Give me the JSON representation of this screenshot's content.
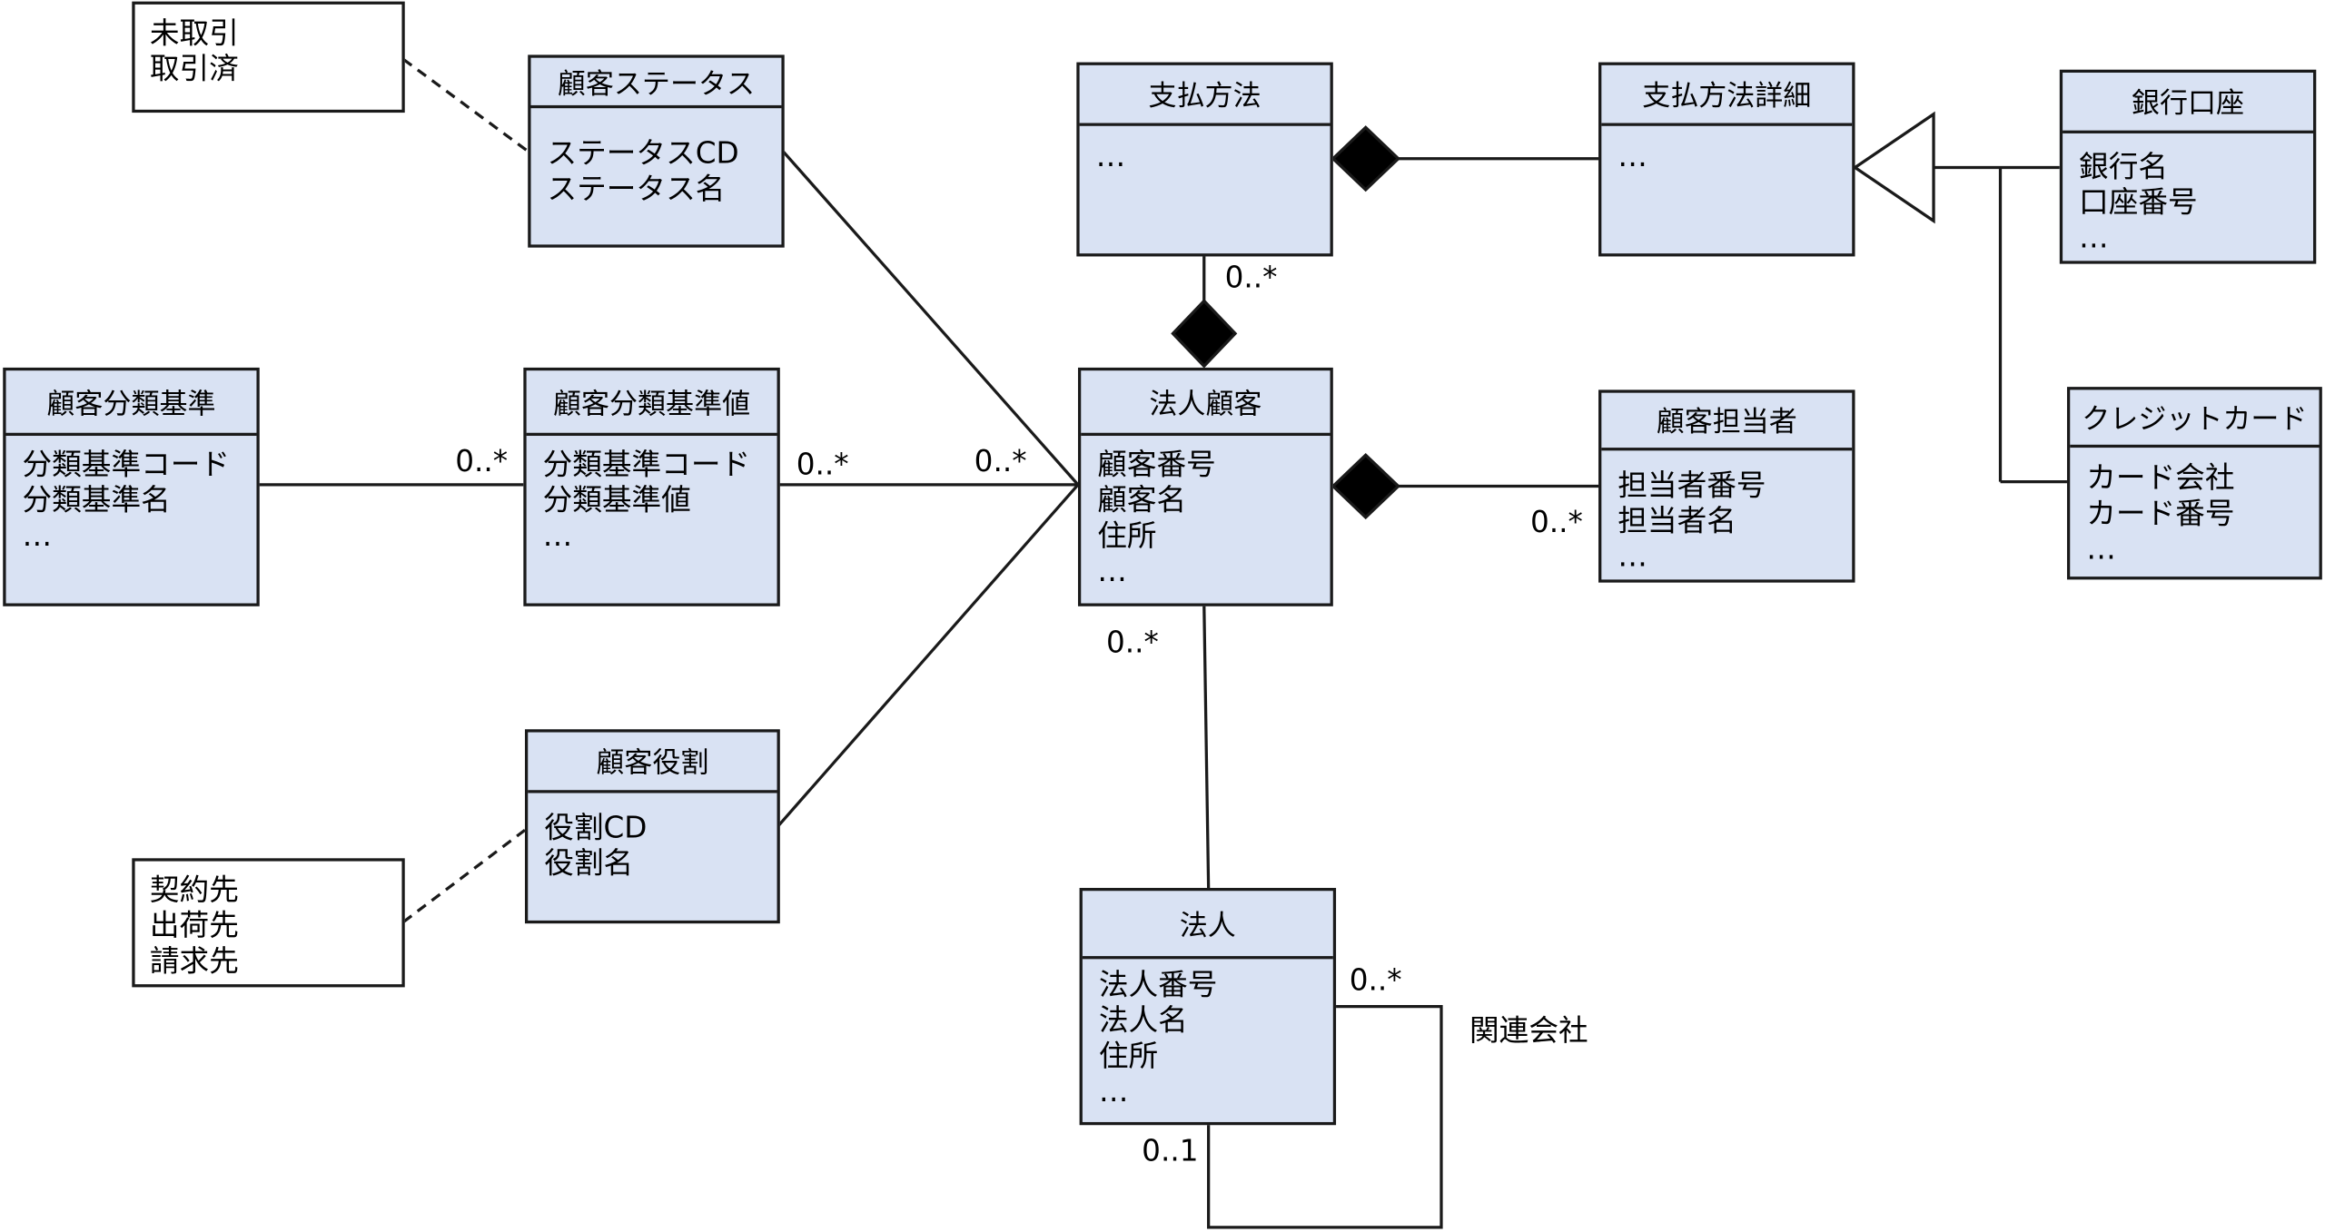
{
  "classes": {
    "customer_status": {
      "name": "顧客ステータス",
      "attrs": [
        "ステータスCD",
        "ステータス名"
      ]
    },
    "classification_criteria": {
      "name": "顧客分類基準",
      "attrs": [
        "分類基準コード",
        "分類基準名",
        "…"
      ]
    },
    "classification_value": {
      "name": "顧客分類基準値",
      "attrs": [
        "分類基準コード",
        "分類基準値",
        "…"
      ]
    },
    "customer_role": {
      "name": "顧客役割",
      "attrs": [
        "役割CD",
        "役割名"
      ]
    },
    "payment_method": {
      "name": "支払方法",
      "attrs": [
        "…"
      ]
    },
    "payment_method_detail": {
      "name": "支払方法詳細",
      "attrs": [
        "…"
      ]
    },
    "bank_account": {
      "name": "銀行口座",
      "attrs": [
        "銀行名",
        "口座番号",
        "…"
      ]
    },
    "credit_card": {
      "name": "クレジットカード",
      "attrs": [
        "カード会社",
        "カード番号",
        "…"
      ]
    },
    "corporate_customer": {
      "name": "法人顧客",
      "attrs": [
        "顧客番号",
        "顧客名",
        "住所",
        "…"
      ]
    },
    "customer_contact": {
      "name": "顧客担当者",
      "attrs": [
        "担当者番号",
        "担当者名",
        "…"
      ]
    },
    "corporation": {
      "name": "法人",
      "attrs": [
        "法人番号",
        "法人名",
        "住所",
        "…"
      ]
    }
  },
  "notes": {
    "status_values": [
      "未取引",
      "取引済"
    ],
    "role_values": [
      "契約先",
      "出荷先",
      "請求先"
    ]
  },
  "multiplicities": {
    "payment_to_customer": "0..*",
    "criteria_to_value": "0..*",
    "value_to_customer": "0..*",
    "customer_from_left": "0..*",
    "contact": "0..*",
    "customer_to_corporation": "0..*",
    "corporation_self_top": "0..*",
    "corporation_self_bottom": "0..1"
  },
  "relation_labels": {
    "related_company": "関連会社"
  },
  "colors": {
    "class_fill": "#d9e2f3",
    "line": "#1a1a1a"
  }
}
